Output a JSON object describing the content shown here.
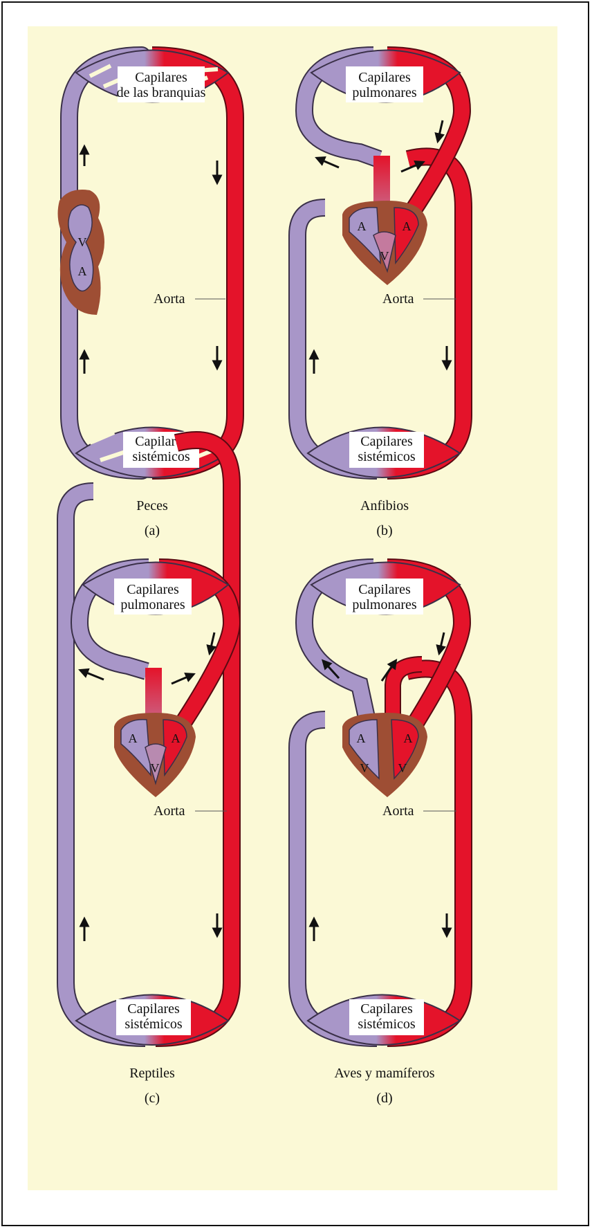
{
  "colors": {
    "deoxygenated": "#a896c8",
    "oxygenated": "#e4132a",
    "heart_muscle": "#9e4e34",
    "background": "#fbf9d6",
    "outline": "#3a3048"
  },
  "panels": [
    {
      "id": "a",
      "top_capillaries": [
        "Capilares",
        "de las branquias"
      ],
      "bottom_capillaries": [
        "Capilares",
        "sistémicos"
      ],
      "aorta": "Aorta",
      "chambers": [
        "V",
        "A"
      ],
      "name": "Peces",
      "letter": "(a)"
    },
    {
      "id": "b",
      "top_capillaries": [
        "Capilares",
        "pulmonares"
      ],
      "bottom_capillaries": [
        "Capilares",
        "sistémicos"
      ],
      "aorta": "Aorta",
      "chambers": [
        "A",
        "A",
        "V"
      ],
      "name": "Anfibios",
      "letter": "(b)"
    },
    {
      "id": "c",
      "top_capillaries": [
        "Capilares",
        "pulmonares"
      ],
      "bottom_capillaries": [
        "Capilares",
        "sistémicos"
      ],
      "aorta": "Aorta",
      "chambers": [
        "A",
        "A",
        "V"
      ],
      "name": "Reptiles",
      "letter": "(c)"
    },
    {
      "id": "d",
      "top_capillaries": [
        "Capilares",
        "pulmonares"
      ],
      "bottom_capillaries": [
        "Capilares",
        "sistémicos"
      ],
      "aorta": "Aorta",
      "chambers": [
        "A",
        "A",
        "V",
        "V"
      ],
      "name": "Aves y mamíferos",
      "letter": "(d)"
    }
  ]
}
